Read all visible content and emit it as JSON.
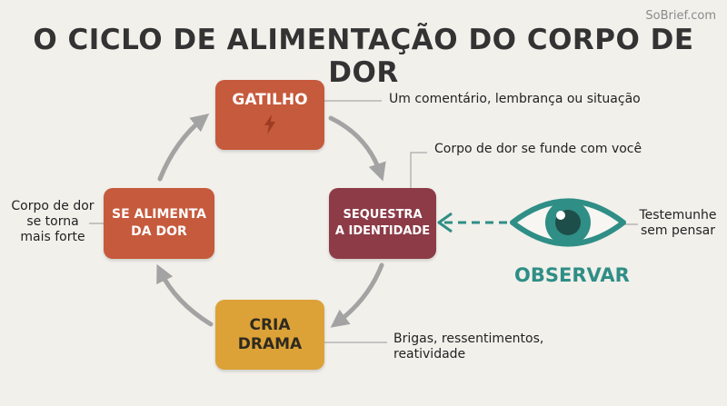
{
  "watermark": "SoBrief.com",
  "title": "O CICLO DE ALIMENTAÇÃO DO CORPO DE DOR",
  "nodes": {
    "trigger": {
      "label": "GATILHO",
      "note": "Um comentário, lembrança ou situação"
    },
    "hijack": {
      "label_lines": [
        "SEQUESTRA",
        "A IDENTIDADE"
      ],
      "note": "Corpo de dor se funde com você"
    },
    "drama": {
      "label_lines": [
        "CRIA",
        "DRAMA"
      ],
      "note_lines": [
        "Brigas, ressentimentos,",
        "reatividade"
      ]
    },
    "feeds": {
      "label_lines": [
        "SE ALIMENTA",
        "DA DOR"
      ],
      "note_lines": [
        "Corpo de dor",
        "se torna",
        "mais forte"
      ]
    }
  },
  "observe": {
    "label": "OBSERVAR",
    "note_lines": [
      "Testemunhe",
      "sem pensar"
    ]
  },
  "colors": {
    "trigger": "#c65a3c",
    "hijack": "#8c3b47",
    "drama": "#dca237",
    "feeds": "#c65a3c",
    "observe": "#2f8e86",
    "cycle_arrows": "#a3a3a3"
  },
  "icons": [
    "lightning-bolt-icon",
    "eye-icon"
  ]
}
